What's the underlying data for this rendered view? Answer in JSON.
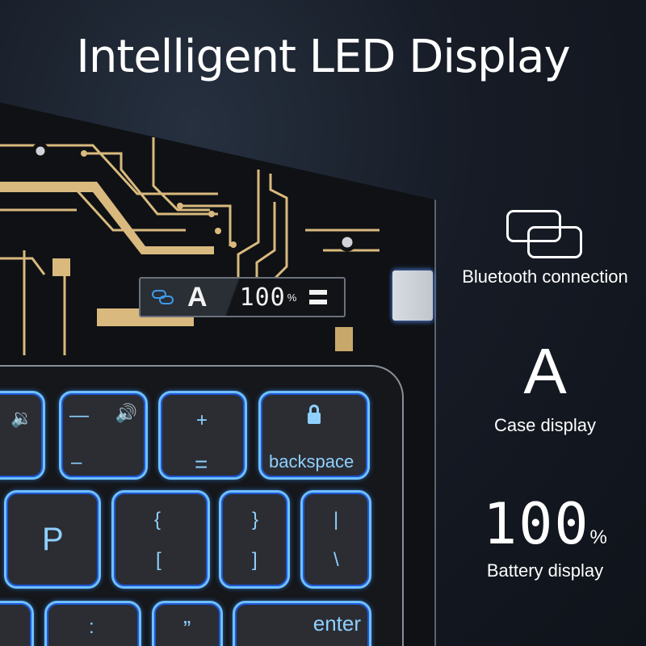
{
  "title": "Intelligent LED Display",
  "led_display": {
    "icon": "link-icon",
    "case": "A",
    "battery": "100",
    "percent": "%",
    "menu_icon": "equals-icon"
  },
  "features": [
    {
      "icon": "link-icon",
      "label": "Bluetooth connection"
    },
    {
      "symbol": "A",
      "label": "Case display"
    },
    {
      "value": "100",
      "unit": "%",
      "label": "Battery display"
    }
  ],
  "keys": {
    "row1": [
      {
        "icon": "volume-low-icon"
      },
      {
        "top_left": "—",
        "bottom_left": "–",
        "icon": "volume-high-icon"
      },
      {
        "top": "+",
        "bottom": "="
      },
      {
        "icon": "lock-icon",
        "label": "backspace"
      }
    ],
    "row2": [
      {
        "label": "P"
      },
      {
        "top": "{",
        "bottom": "["
      },
      {
        "top": "}",
        "bottom": "]"
      },
      {
        "top": "|",
        "bottom": "\\"
      }
    ],
    "row3": [
      {
        "label": ""
      },
      {
        "label": ":"
      },
      {
        "label": "”"
      },
      {
        "label": "enter"
      }
    ]
  },
  "colors": {
    "key_glow": "#6fc0ff",
    "pcb_gold": "#d9b97e",
    "background": "#161b25",
    "bt_blue": "#3d9be9"
  }
}
